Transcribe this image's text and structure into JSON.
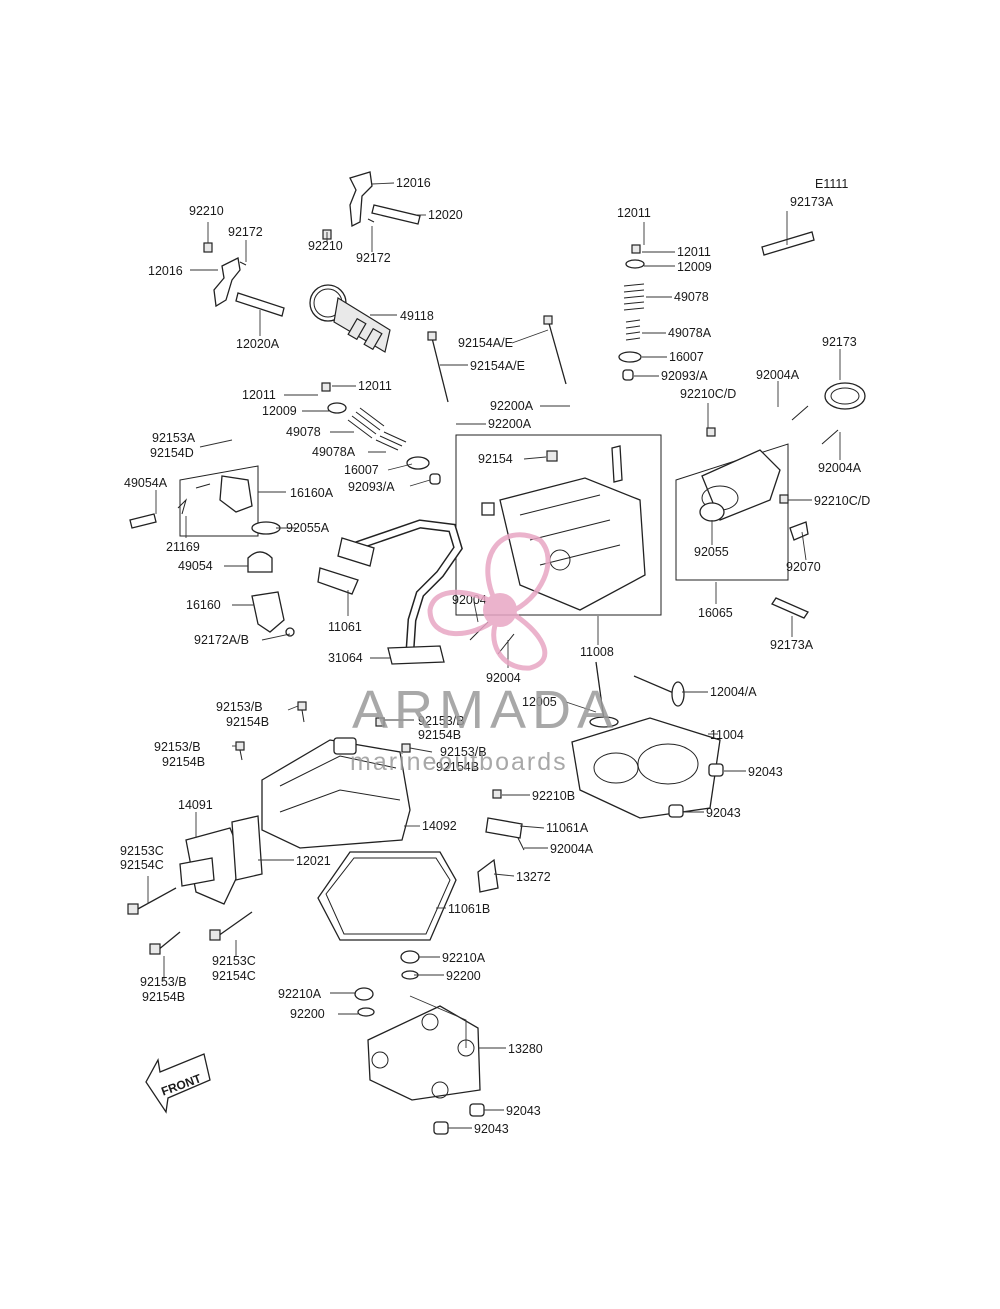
{
  "diagram": {
    "code": "E1111",
    "labels": [
      "12016",
      "12020",
      "92210",
      "92172",
      "12016",
      "92210",
      "92172",
      "12020A",
      "49118",
      "12011",
      "12011",
      "12009",
      "49078",
      "49078A",
      "16007",
      "92093/A",
      "92173A",
      "92154A/E",
      "92154A/E",
      "92200A",
      "92200A",
      "12011",
      "12011",
      "12009",
      "49078",
      "49078A",
      "16007",
      "92093/A",
      "92173",
      "92004A",
      "92210C/D",
      "92004A",
      "92154",
      "92210C/D",
      "92055",
      "92070",
      "16065",
      "92173A",
      "92153A",
      "92154D",
      "49054A",
      "16160A",
      "21169",
      "92055A",
      "49054",
      "16160",
      "92172A/B",
      "11061",
      "92004",
      "31064",
      "92004",
      "11008",
      "12004/A",
      "12005",
      "11004",
      "92153/B",
      "92154B",
      "92153/B",
      "92154B",
      "92153/B",
      "92154B",
      "92153/B",
      "92154B",
      "92043",
      "92210B",
      "92043",
      "11061A",
      "92004A",
      "13272",
      "14091",
      "12021",
      "14092",
      "92153C",
      "92154C",
      "11061B",
      "92153C",
      "92154C",
      "92153/B",
      "92154B",
      "92210A",
      "92200",
      "92210A",
      "92200",
      "13280",
      "92043",
      "92043"
    ],
    "front_arrow": "FRONT"
  },
  "watermark": {
    "brand": "ARMADA",
    "tagline": "marineoutboards",
    "color": "#e8a6c4"
  }
}
